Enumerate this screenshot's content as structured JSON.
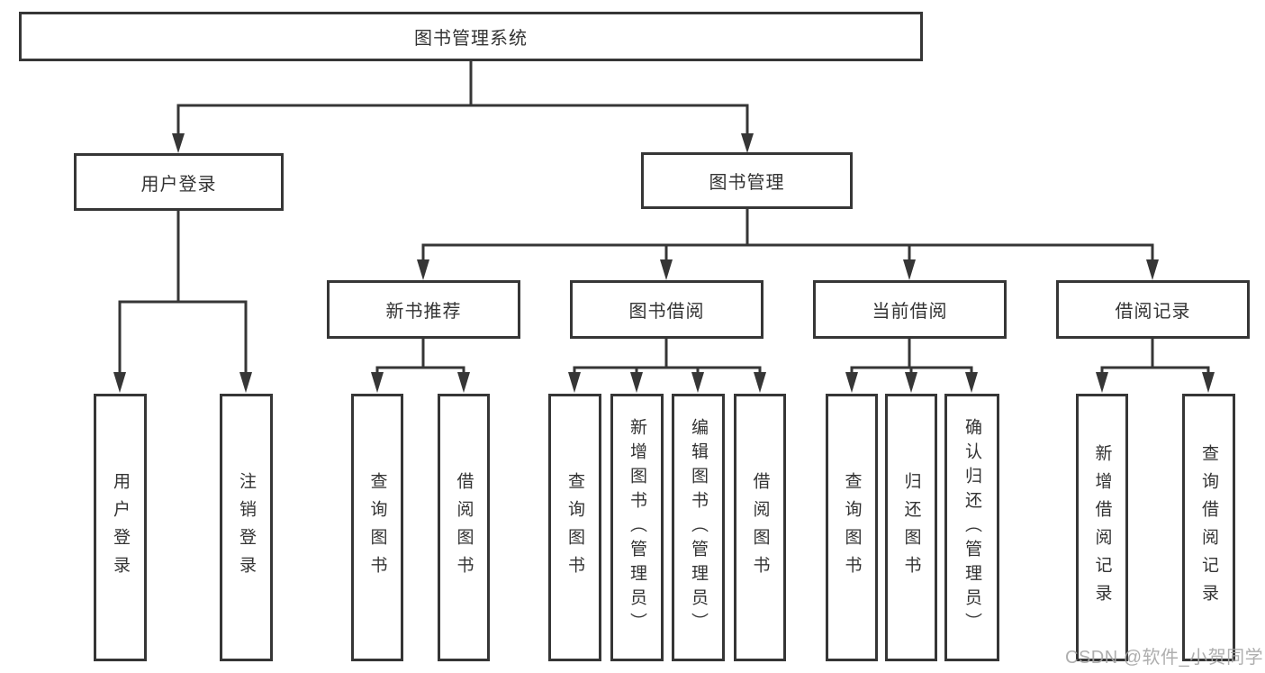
{
  "diagram": {
    "root": {
      "label": "图书管理系统"
    },
    "level2": [
      {
        "id": "user-login",
        "label": "用户登录"
      },
      {
        "id": "book-management",
        "label": "图书管理"
      }
    ],
    "level3": [
      {
        "id": "new-book-recommend",
        "label": "新书推荐"
      },
      {
        "id": "book-borrow",
        "label": "图书借阅"
      },
      {
        "id": "current-borrow",
        "label": "当前借阅"
      },
      {
        "id": "borrow-records",
        "label": "借阅记录"
      }
    ],
    "leaves": [
      {
        "id": "user-login-leaf",
        "parent": "user-login",
        "label": "用户登录"
      },
      {
        "id": "logout-leaf",
        "parent": "user-login",
        "label": "注销登录"
      },
      {
        "id": "query-books-recommend",
        "parent": "new-book-recommend",
        "label": "查询图书"
      },
      {
        "id": "borrow-books-recommend",
        "parent": "new-book-recommend",
        "label": "借阅图书"
      },
      {
        "id": "query-books-borrow",
        "parent": "book-borrow",
        "label": "查询图书"
      },
      {
        "id": "add-books-admin",
        "parent": "book-borrow",
        "label": "新增图书（管理员）"
      },
      {
        "id": "edit-books-admin",
        "parent": "book-borrow",
        "label": "编辑图书（管理员）"
      },
      {
        "id": "borrow-books-borrow",
        "parent": "book-borrow",
        "label": "借阅图书"
      },
      {
        "id": "query-books-current",
        "parent": "current-borrow",
        "label": "查询图书"
      },
      {
        "id": "return-books",
        "parent": "current-borrow",
        "label": "归还图书"
      },
      {
        "id": "confirm-return-admin",
        "parent": "current-borrow",
        "label": "确认归还（管理员）"
      },
      {
        "id": "add-borrow-record",
        "parent": "borrow-records",
        "label": "新增借阅记录"
      },
      {
        "id": "query-borrow-record",
        "parent": "borrow-records",
        "label": "查询借阅记录"
      }
    ]
  },
  "watermark": {
    "text": "CSDN @软件_小贺同学"
  },
  "colors": {
    "line": "#363636",
    "text": "#333333",
    "watermark": "#a5a5a5",
    "background": "#ffffff"
  }
}
